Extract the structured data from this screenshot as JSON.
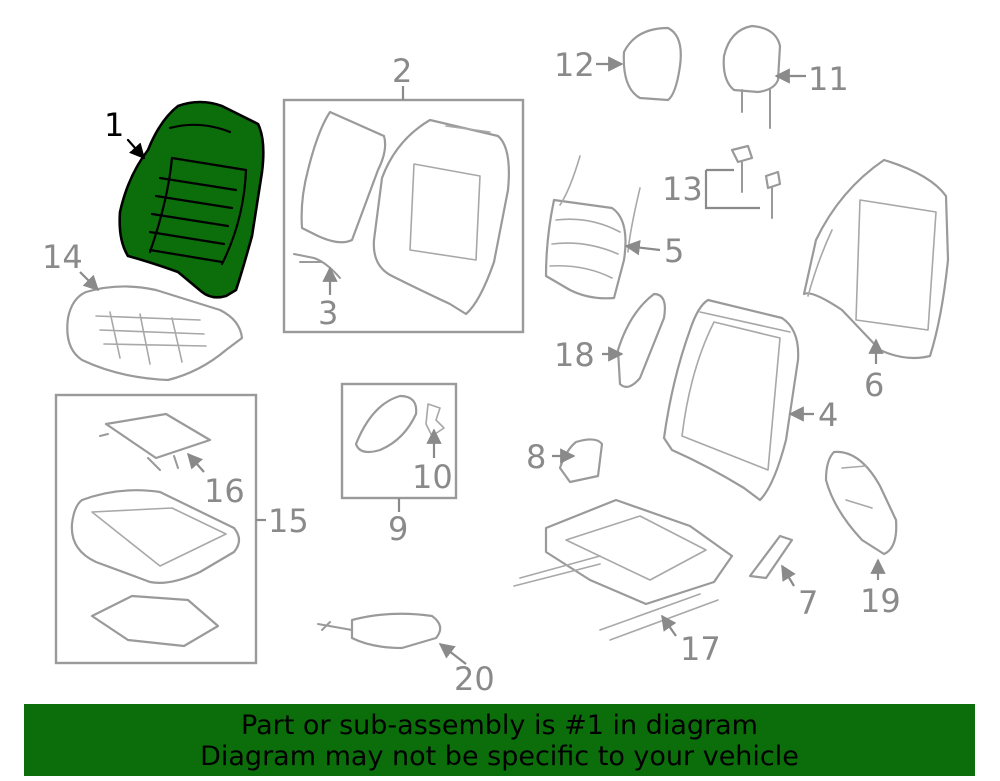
{
  "callouts": {
    "c1": "1",
    "c2": "2",
    "c3": "3",
    "c4": "4",
    "c5": "5",
    "c6": "6",
    "c7": "7",
    "c8": "8",
    "c9": "9",
    "c10": "10",
    "c11": "11",
    "c12": "12",
    "c13": "13",
    "c14": "14",
    "c15": "15",
    "c16": "16",
    "c17": "17",
    "c18": "18",
    "c19": "19",
    "c20": "20"
  },
  "highlighted_part": "1",
  "colors": {
    "highlight": "#0b6e0b",
    "line": "#9a9a9a",
    "label": "#8a8a8a"
  },
  "banner": {
    "line1": "Part or sub-assembly is #1 in diagram",
    "line2": "Diagram may not be specific to your vehicle"
  }
}
